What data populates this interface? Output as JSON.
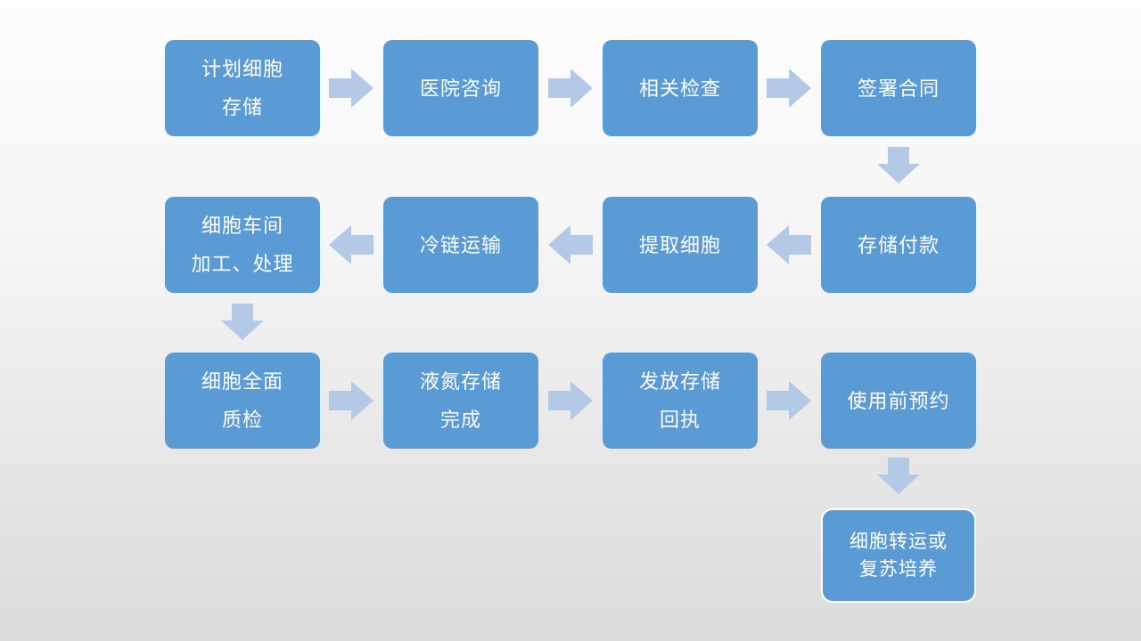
{
  "slide": {
    "type": "flowchart",
    "language": "zh-CN"
  },
  "colors": {
    "box": "#5b9bd5",
    "arrow": "#b3c9e6",
    "text": "#ffffff",
    "final_border": "#ffffff",
    "background_top": "#fdfdfd",
    "background_bottom": "#dbdbdb"
  },
  "icons": {
    "flow_arrow_right": "→",
    "flow_arrow_left": "←",
    "flow_arrow_down": "↓"
  },
  "flow": {
    "steps": [
      {
        "order": 1,
        "text": "计划细胞\n存储"
      },
      {
        "order": 2,
        "text": "医院咨询"
      },
      {
        "order": 3,
        "text": "相关检查"
      },
      {
        "order": 4,
        "text": "签署合同"
      },
      {
        "order": 5,
        "text": "存储付款"
      },
      {
        "order": 6,
        "text": "提取细胞"
      },
      {
        "order": 7,
        "text": "冷链运输"
      },
      {
        "order": 8,
        "text": "细胞车间\n加工、处理"
      },
      {
        "order": 9,
        "text": "细胞全面\n质检"
      },
      {
        "order": 10,
        "text": "液氮存储\n完成"
      },
      {
        "order": 11,
        "text": "发放存储\n回执"
      },
      {
        "order": 12,
        "text": "使用前预约"
      },
      {
        "order": 13,
        "text": "细胞转运或\n复苏培养"
      }
    ]
  }
}
